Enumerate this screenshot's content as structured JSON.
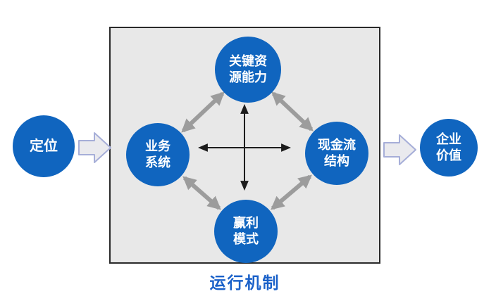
{
  "colors": {
    "circle-blue": "#1065BF",
    "caption-blue": "#1A61C9",
    "box-fill": "#E8E8E8",
    "box-border": "#2A2A2A",
    "arrow-gray": "#9C9C9C",
    "arrow-black": "#1C1C1C",
    "block-arrow-fill": "#EAEAEE",
    "block-arrow-stroke": "#A6AED8"
  },
  "nodes": {
    "positioning": {
      "label": "定位",
      "lines": "定位"
    },
    "key_resources": {
      "label": "关键资源能力",
      "lines": "关键资\n源能力"
    },
    "business_system": {
      "label": "业务系统",
      "lines": "业务\n系统"
    },
    "cash_flow": {
      "label": "现金流结构",
      "lines": "现金流\n结构"
    },
    "profit_model": {
      "label": "赢利模式",
      "lines": "赢利\n模式"
    },
    "enterprise_value": {
      "label": "企业价值",
      "lines": "企业\n价值"
    }
  },
  "caption": "运行机制"
}
